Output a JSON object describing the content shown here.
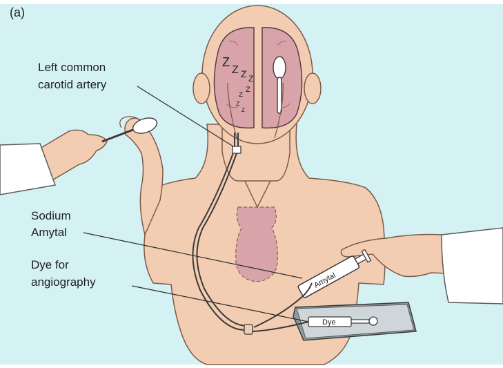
{
  "figure": {
    "panel_label": "(a)",
    "labels": {
      "carotid_line1": "Left common",
      "carotid_line2": "carotid artery",
      "sodium_line1": "Sodium",
      "sodium_line2": "Amytal",
      "dye_line1": "Dye for",
      "dye_line2": "angiography"
    },
    "syringe_labels": {
      "amytal": "Amytal",
      "dye": "Dye"
    },
    "sleep_symbol": "Z"
  },
  "colors": {
    "background": "#d4f1f4",
    "skin": "#f2cdb1",
    "skin_outline": "#7a5a48",
    "brain": "#d8a4aa",
    "outline": "#3a3a3a",
    "tray": "#8f9aa0"
  }
}
